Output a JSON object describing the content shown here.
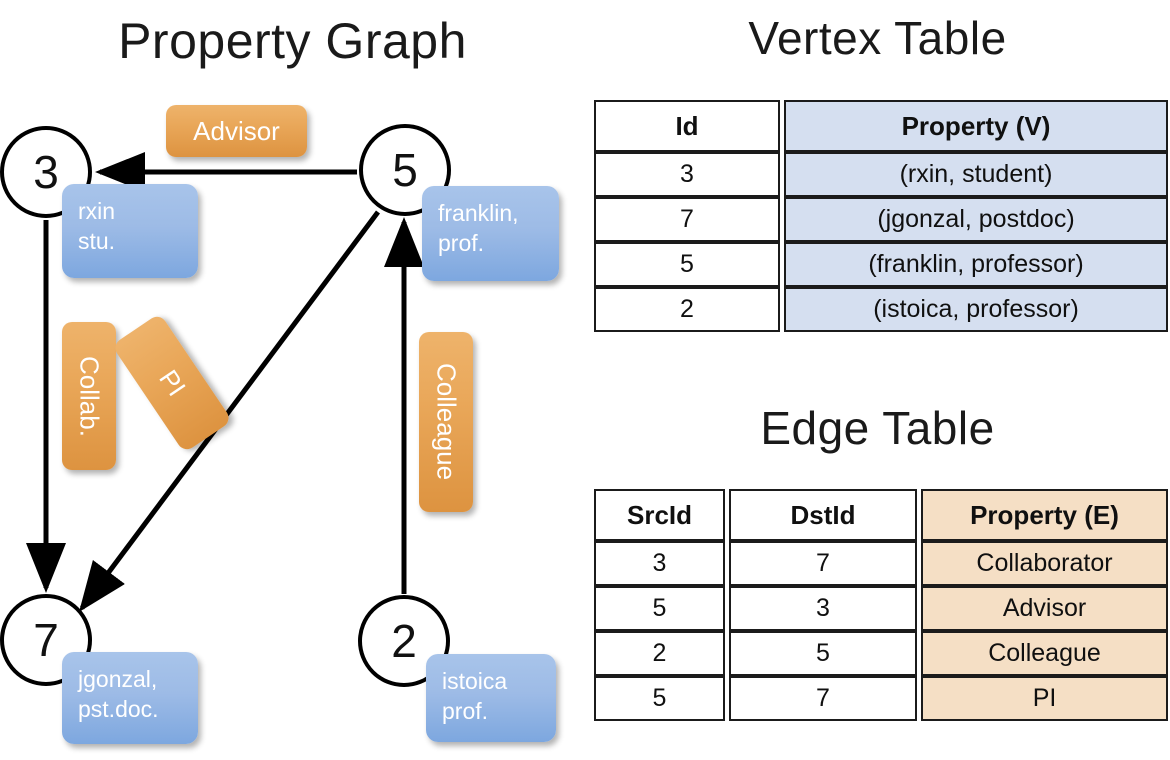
{
  "titles": {
    "property_graph": "Property Graph",
    "vertex_table": "Vertex Table",
    "edge_table": "Edge Table"
  },
  "graph": {
    "vertices": [
      {
        "id": "3",
        "name": "rxin",
        "role": "stu."
      },
      {
        "id": "5",
        "name": "franklin,",
        "role": "prof."
      },
      {
        "id": "7",
        "name": "jgonzal,",
        "role": "pst.doc."
      },
      {
        "id": "2",
        "name": "istoica",
        "role": "prof."
      }
    ],
    "edge_labels": {
      "advisor": "Advisor",
      "collab": "Collab.",
      "pi": "PI",
      "colleague": "Colleague"
    },
    "edges": [
      {
        "src": "5",
        "dst": "3",
        "label": "Advisor"
      },
      {
        "src": "3",
        "dst": "7",
        "label": "Collab."
      },
      {
        "src": "5",
        "dst": "7",
        "label": "PI"
      },
      {
        "src": "2",
        "dst": "5",
        "label": "Colleague"
      }
    ]
  },
  "vertex_table": {
    "headers": [
      "Id",
      "Property (V)"
    ],
    "rows": [
      {
        "id": "3",
        "property": "(rxin, student)"
      },
      {
        "id": "7",
        "property": "(jgonzal, postdoc)"
      },
      {
        "id": "5",
        "property": "(franklin, professor)"
      },
      {
        "id": "2",
        "property": "(istoica, professor)"
      }
    ]
  },
  "edge_table": {
    "headers": [
      "SrcId",
      "DstId",
      "Property (E)"
    ],
    "rows": [
      {
        "src": "3",
        "dst": "7",
        "property": "Collaborator"
      },
      {
        "src": "5",
        "dst": "3",
        "property": "Advisor"
      },
      {
        "src": "2",
        "dst": "5",
        "property": "Colleague"
      },
      {
        "src": "5",
        "dst": "7",
        "property": "PI"
      }
    ]
  },
  "colors": {
    "vertex_property_fill": "#d5dff0",
    "edge_property_fill": "#f5dfc5",
    "node_box_blue": "#9dbbe6",
    "edge_box_orange": "#e9a759",
    "stroke": "#000000",
    "background": "#ffffff"
  }
}
